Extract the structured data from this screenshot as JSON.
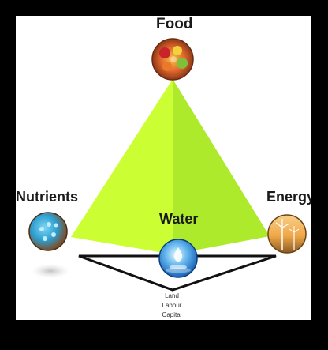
{
  "diagram": {
    "nodes": {
      "food": {
        "label": "Food",
        "icon": "food-icon"
      },
      "nutrients": {
        "label": "Nutrients",
        "icon": "fertilizer-icon"
      },
      "energy": {
        "label": "Energy",
        "icon": "wind-turbine-icon"
      },
      "water": {
        "label": "Water",
        "icon": "water-drop-icon"
      }
    },
    "factors": [
      "Land",
      "Labour",
      "Capital"
    ]
  },
  "colors": {
    "pyramid_left": "#ccff33",
    "pyramid_right": "#aeea2c",
    "outline": "#111111"
  }
}
